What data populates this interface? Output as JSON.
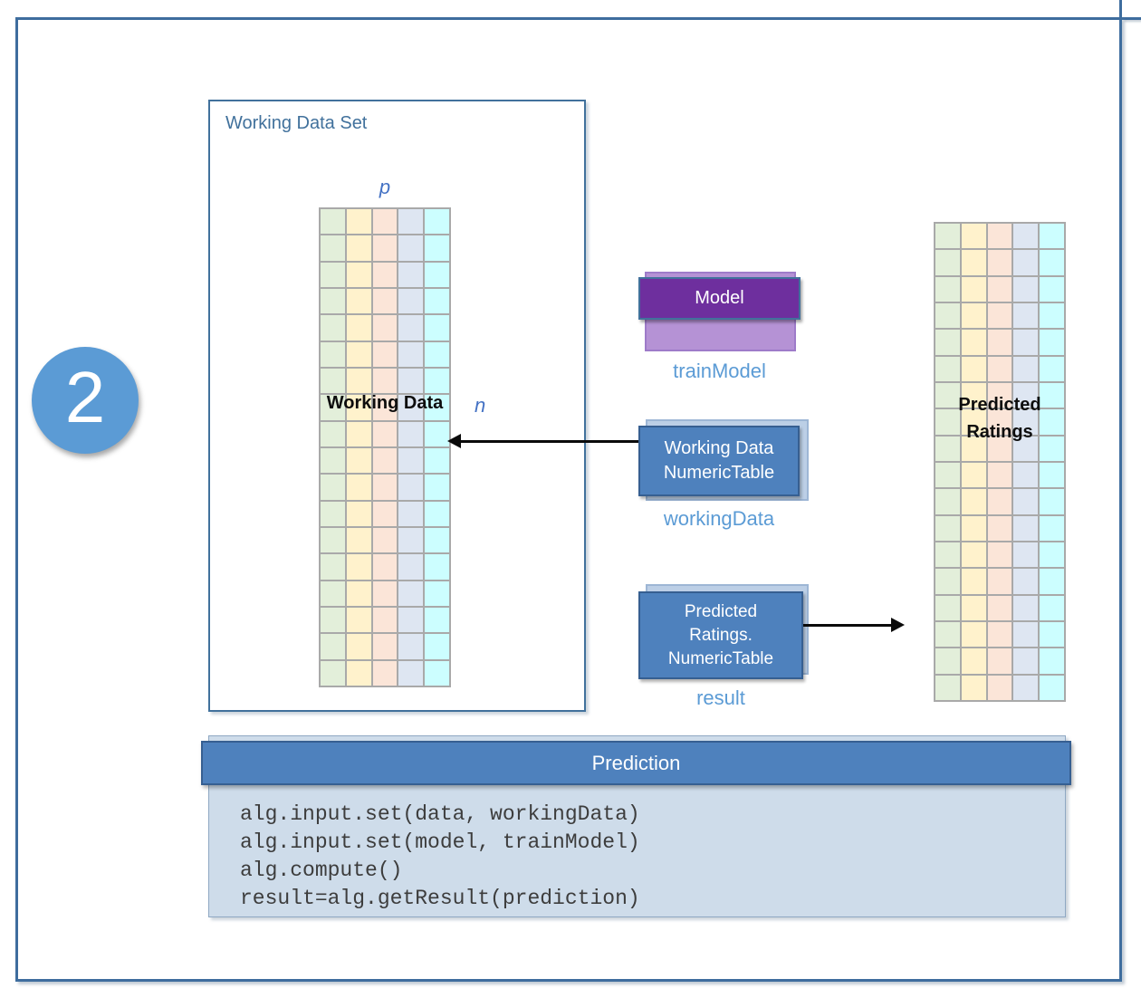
{
  "step_badge": "2",
  "working_data_set": {
    "title": "Working Data Set",
    "grid_overlay_label": "Working Data",
    "p_label": "p",
    "n_label": "n"
  },
  "pipeline": {
    "model": {
      "box_label": "Model",
      "var_label": "trainModel"
    },
    "working_data": {
      "box_label_lines": [
        "Working Data",
        "NumericTable"
      ],
      "var_label": "workingData"
    },
    "result": {
      "box_label_lines": [
        "Predicted",
        "Ratings.",
        "NumericTable"
      ],
      "var_label": "result"
    }
  },
  "predicted_ratings": {
    "overlay_label_lines": [
      "Predicted",
      "Ratings"
    ]
  },
  "prediction": {
    "header": "Prediction",
    "code_lines": [
      "alg.input.set(data, workingData)",
      "alg.input.set(model, trainModel)",
      "alg.compute()",
      "result=alg.getResult(prediction)"
    ]
  },
  "grids": {
    "rows": 18,
    "cols": 5
  },
  "colors": {
    "frame": "#3E6D9E",
    "circle_blue": "#5B9BD5",
    "box_blue": "#4E81BD",
    "box_blue_border": "#365F91",
    "back_blue": "#BCCFE6",
    "model_purple": "#6E2F9E",
    "model_back": "#B592D5",
    "label_blue": "#5B9BD5",
    "title_blue": "#41719C",
    "panel_blue": "#CEDCEA",
    "grid_line": "#A9A9A9",
    "grid_columns": [
      "#E3EFDA",
      "#FFF2CC",
      "#FBE5D8",
      "#DEE6F2",
      "#CCFEFF"
    ]
  }
}
